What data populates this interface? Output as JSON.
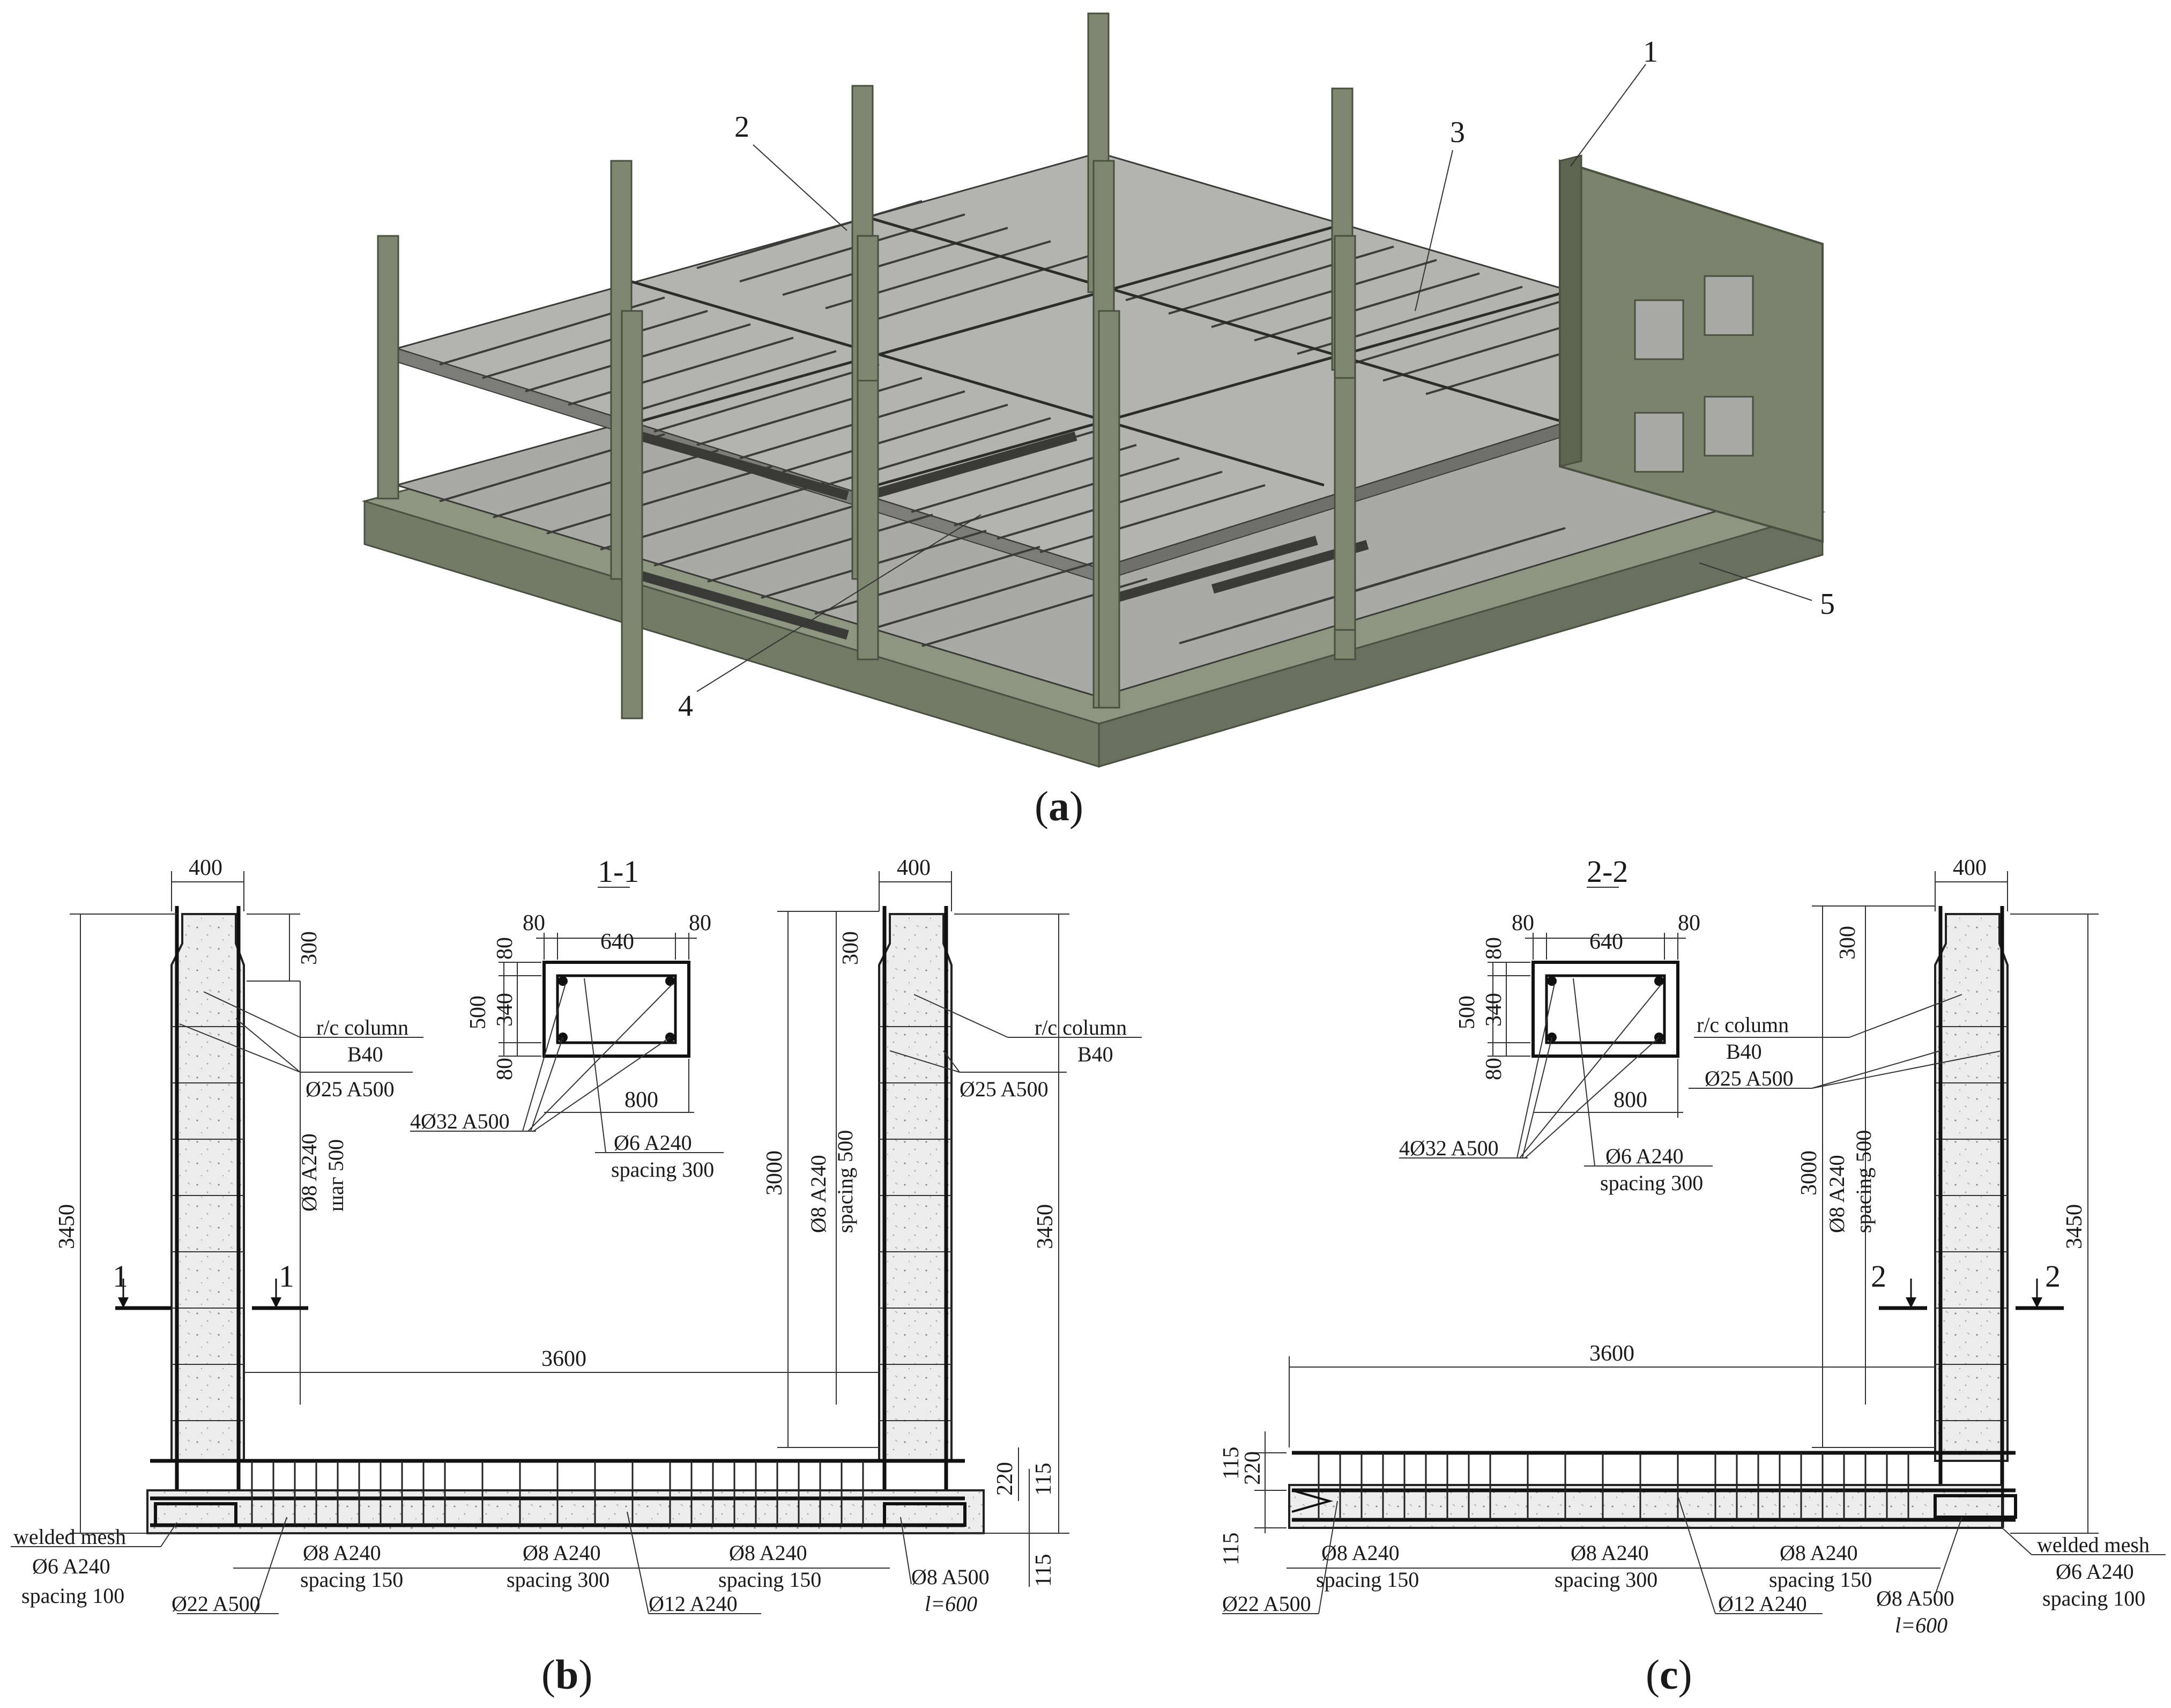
{
  "panel_a": {
    "caption_letter": "a",
    "callouts": [
      "1",
      "2",
      "3",
      "4",
      "5"
    ]
  },
  "panel_b": {
    "caption_letter": "b",
    "section_title": "1-1",
    "section_cut_label": "1",
    "dims": {
      "col_width": "400",
      "top_300": "300",
      "height_left": "3450",
      "height_mid": "3000",
      "height_right": "3450",
      "span": "3600",
      "d220": "220",
      "d115a": "115",
      "d115b": "115",
      "sec_80_left": "80",
      "sec_640": "640",
      "sec_80_right": "80",
      "sec_800": "800",
      "sec_v80_top": "80",
      "sec_v340": "340",
      "sec_v80_bot": "80",
      "sec_v500": "500"
    },
    "labels": {
      "rc_column": "r/c column",
      "b40": "B40",
      "bar25": "Ø25 A500",
      "stirrup_left": "Ø8 A240",
      "stirrup_left_step": "шаг 500",
      "stirrup_right": "Ø8 A240",
      "stirrup_right_step": "spacing 500",
      "main_bars": "4Ø32 A500",
      "ties": "Ø6 A240",
      "ties_spacing": "spacing 300",
      "welded_mesh": "welded mesh",
      "mesh_bar": "Ø6 A240",
      "mesh_spacing": "spacing 100",
      "bar22": "Ø22 A500",
      "beam_stir1": "Ø8 A240",
      "beam_sp1": "spacing 150",
      "beam_stir2": "Ø8 A240",
      "beam_sp2": "spacing 300",
      "beam_stir3": "Ø8 A240",
      "beam_sp3": "spacing 150",
      "bar12": "Ø12 A240",
      "anchor": "Ø8 A500",
      "anchor_len": "l=600"
    }
  },
  "panel_c": {
    "caption_letter": "c",
    "section_title": "2-2",
    "section_cut_label": "2",
    "dims": {
      "col_width": "400",
      "top_300": "300",
      "height_mid": "3000",
      "height_right": "3450",
      "span": "3600",
      "d115a": "115",
      "d220": "220",
      "d115b": "115",
      "sec_80_left": "80",
      "sec_640": "640",
      "sec_80_right": "80",
      "sec_800": "800",
      "sec_v80_top": "80",
      "sec_v340": "340",
      "sec_v80_bot": "80",
      "sec_v500": "500"
    },
    "labels": {
      "rc_column": "r/c column",
      "b40": "B40",
      "bar25": "Ø25 A500",
      "stirrup": "Ø8 A240",
      "stirrup_step": "spacing 500",
      "main_bars": "4Ø32 A500",
      "ties": "Ø6 A240",
      "ties_spacing": "spacing 300",
      "welded_mesh": "welded mesh",
      "mesh_bar": "Ø6 A240",
      "mesh_spacing": "spacing 100",
      "bar22": "Ø22 A500",
      "beam_stir1": "Ø8 A240",
      "beam_sp1": "spacing 150",
      "beam_stir2": "Ø8 A240",
      "beam_sp2": "spacing 300",
      "beam_stir3": "Ø8 A240",
      "beam_sp3": "spacing 150",
      "bar12": "Ø12 A240",
      "anchor": "Ø8 A500",
      "anchor_len": "l=600"
    }
  },
  "colors": {
    "frame": "#7f8770",
    "frame_dark": "#5d6450",
    "slab": "#a9aaa6",
    "slab_dark": "#8c8d89",
    "concrete_fill": "#ececec"
  }
}
